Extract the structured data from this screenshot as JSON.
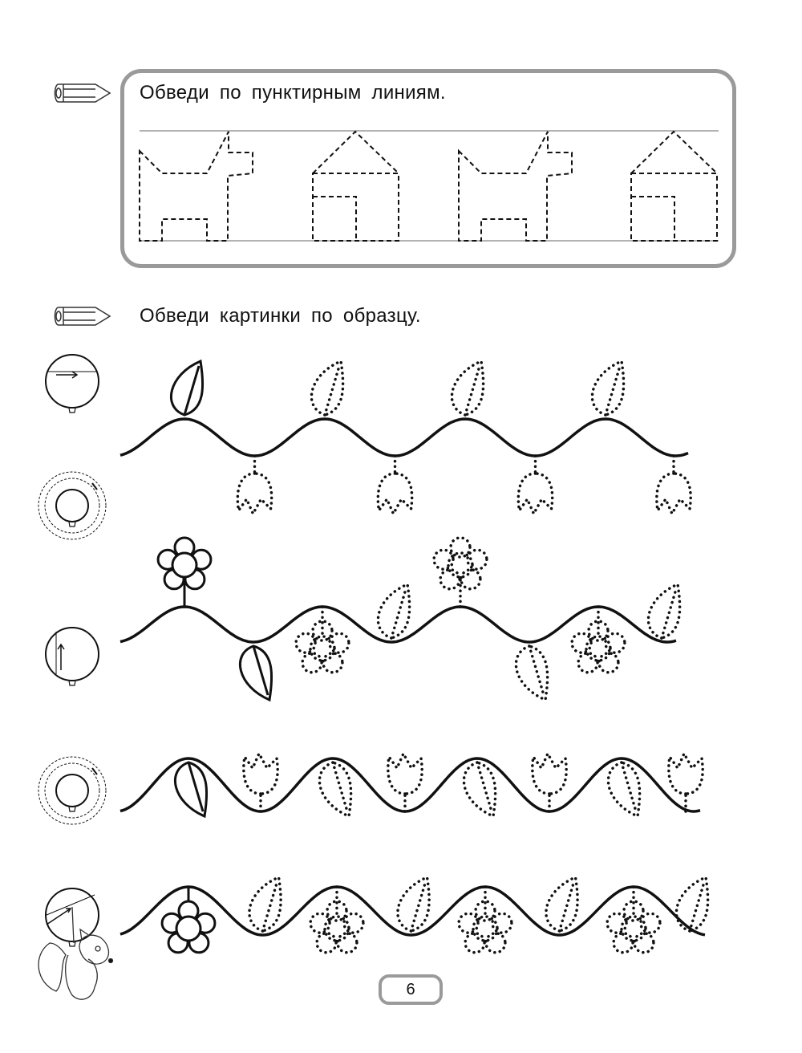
{
  "task1": {
    "instruction": "Обведи по пунктирным линиям."
  },
  "task2": {
    "instruction": "Обведи картинки по образцу."
  },
  "page_number": "6",
  "colors": {
    "box_border": "#9a9a9a",
    "ink": "#111111"
  },
  "icons": [
    "pencil-icon",
    "balloon-arrow-icon",
    "squirrel-illustration"
  ]
}
